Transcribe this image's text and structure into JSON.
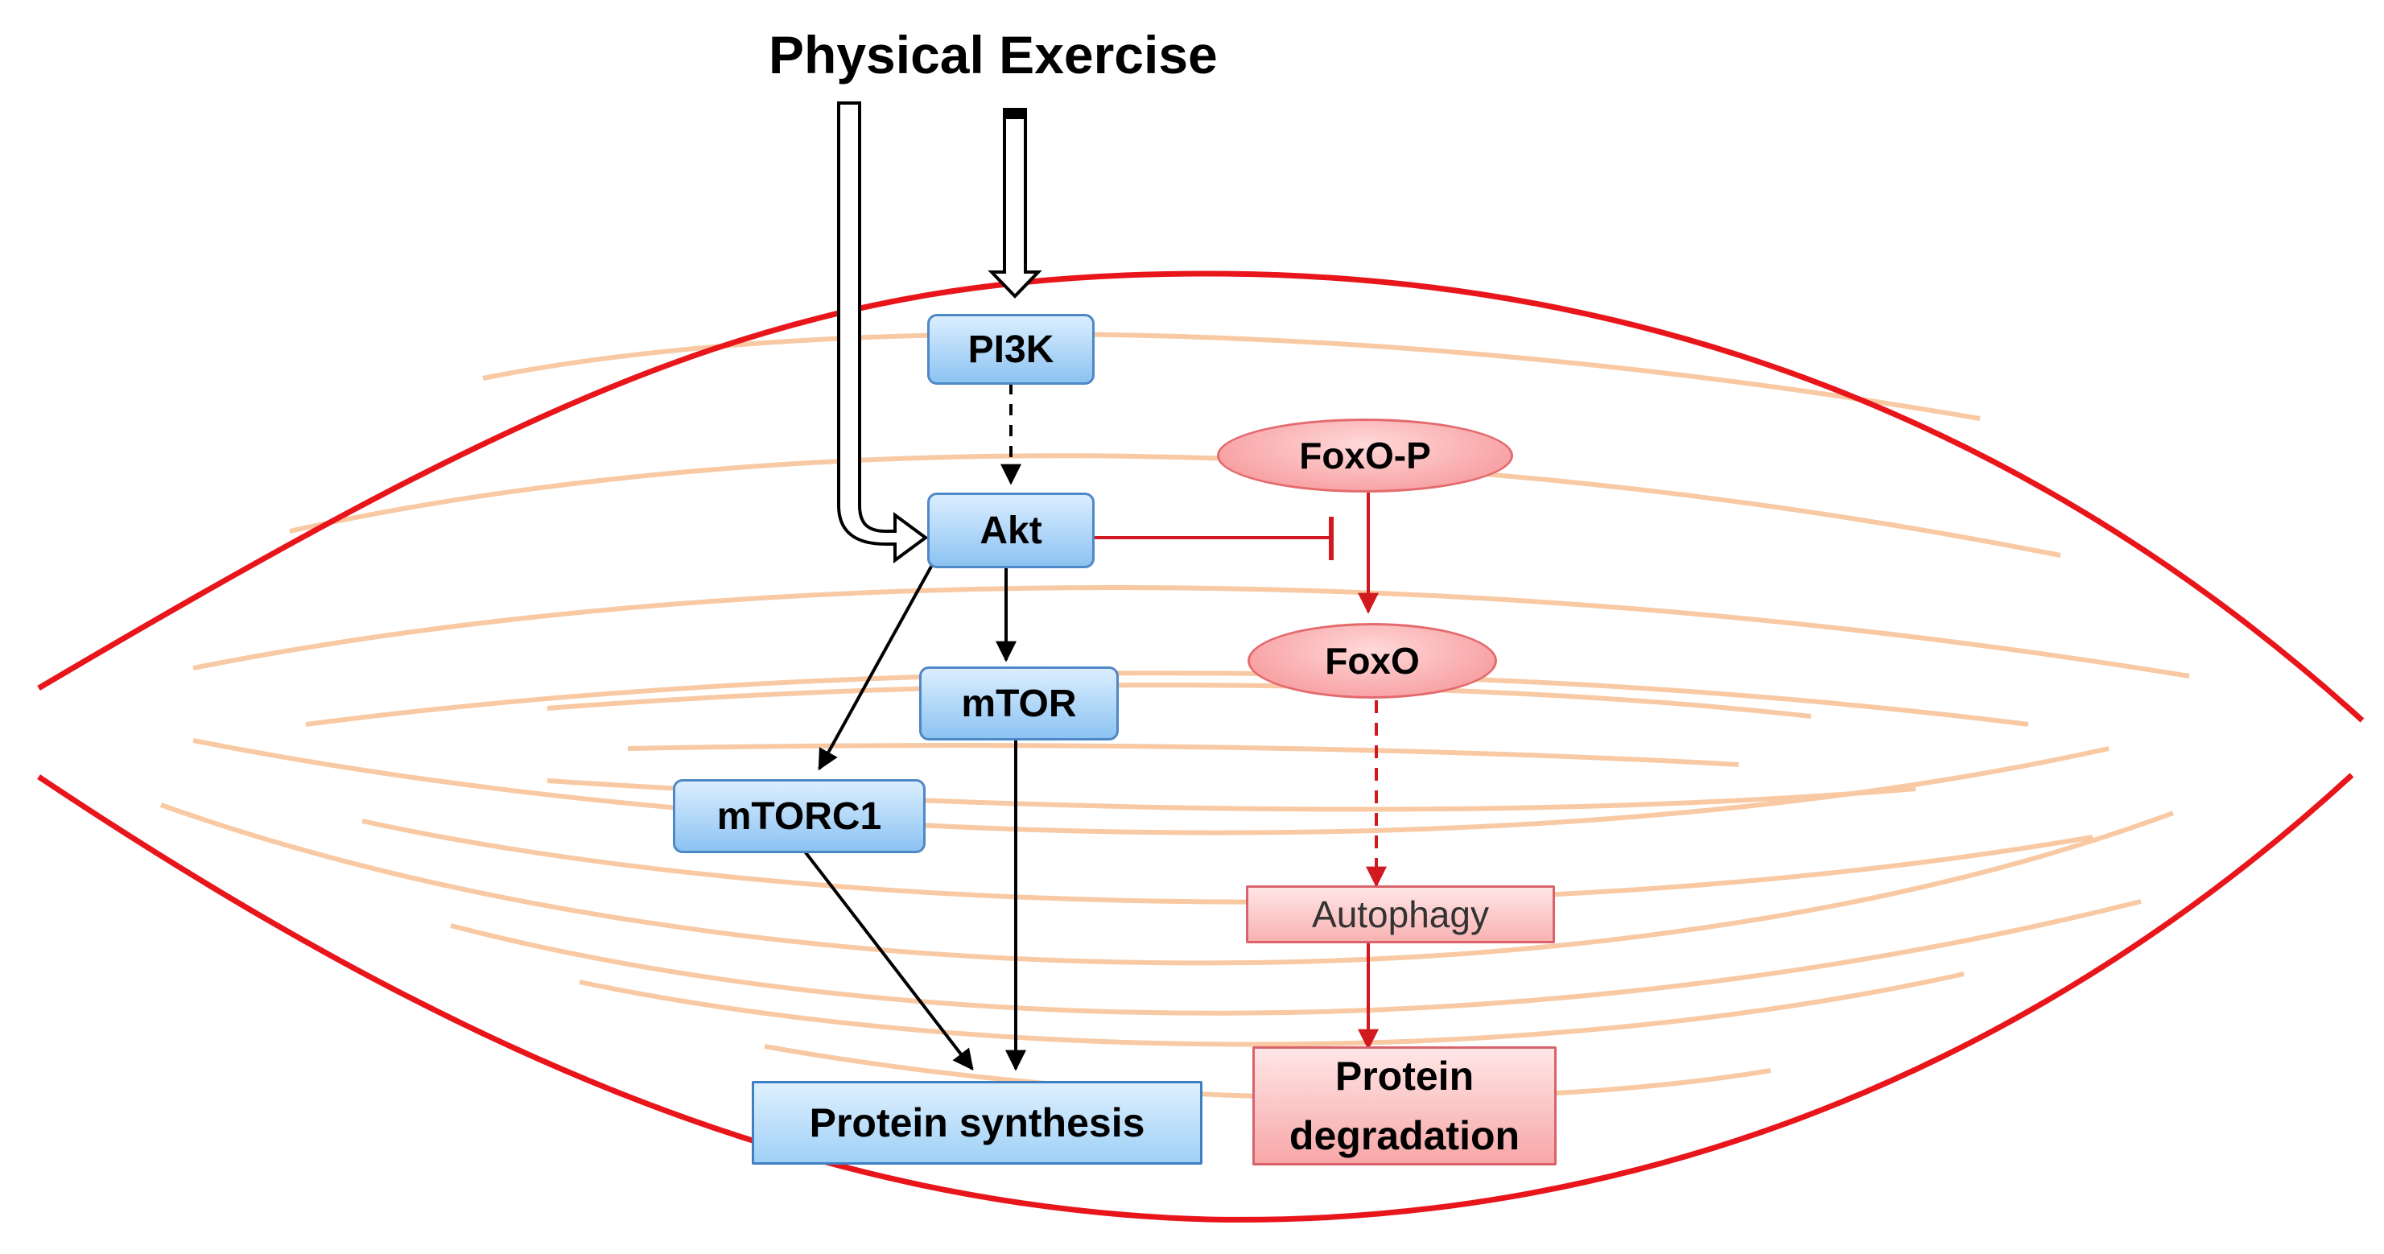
{
  "diagram": {
    "title": "Physical Exercise",
    "nodes": {
      "pi3k": "PI3K",
      "akt": "Akt",
      "mtor": "mTOR",
      "mtorc1": "mTORC1",
      "protein_synthesis": "Protein synthesis",
      "foxo_p": "FoxO-P",
      "foxo": "FoxO",
      "autophagy": "Autophagy",
      "protein_degradation_line1": "Protein",
      "protein_degradation_line2": "degradation"
    },
    "edges": [
      {
        "from": "Physical Exercise",
        "to": "PI3K",
        "style": "hollow-arrow"
      },
      {
        "from": "Physical Exercise",
        "to": "Akt",
        "style": "hollow-arrow"
      },
      {
        "from": "PI3K",
        "to": "Akt",
        "style": "dashed-arrow"
      },
      {
        "from": "Akt",
        "to": "mTOR",
        "style": "arrow"
      },
      {
        "from": "Akt",
        "to": "mTORC1",
        "style": "arrow"
      },
      {
        "from": "mTORC1",
        "to": "Protein synthesis",
        "style": "arrow"
      },
      {
        "from": "mTOR",
        "to": "Protein synthesis",
        "style": "arrow"
      },
      {
        "from": "Akt",
        "to": "FoxO-P → FoxO",
        "style": "inhibition"
      },
      {
        "from": "FoxO-P",
        "to": "FoxO",
        "style": "arrow"
      },
      {
        "from": "FoxO",
        "to": "Autophagy",
        "style": "dashed-arrow"
      },
      {
        "from": "Autophagy",
        "to": "Protein degradation",
        "style": "arrow"
      }
    ],
    "colors": {
      "muscle_outline": "#e8151b",
      "muscle_fibers": "#f8c9a3",
      "activation": "#000000",
      "inhibition_pathway": "#d01a1f",
      "blue_node_fill": "#a9d4f5",
      "blue_node_border": "#4f88c6",
      "pink_node_fill": "#f8b2b2",
      "pink_node_border": "#d8636a"
    }
  }
}
